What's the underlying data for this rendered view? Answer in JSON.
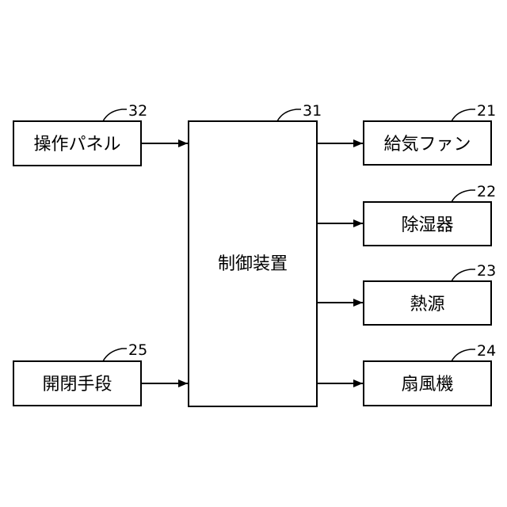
{
  "blocks": {
    "operation_panel": {
      "label": "操作パネル",
      "ref": "32"
    },
    "open_close": {
      "label": "開閉手段",
      "ref": "25"
    },
    "controller": {
      "label": "制御装置",
      "ref": "31"
    },
    "supply_fan": {
      "label": "給気ファン",
      "ref": "21"
    },
    "dehumidifier": {
      "label": "除湿器",
      "ref": "22"
    },
    "heat_source": {
      "label": "熱源",
      "ref": "23"
    },
    "blower": {
      "label": "扇風機",
      "ref": "24"
    }
  }
}
